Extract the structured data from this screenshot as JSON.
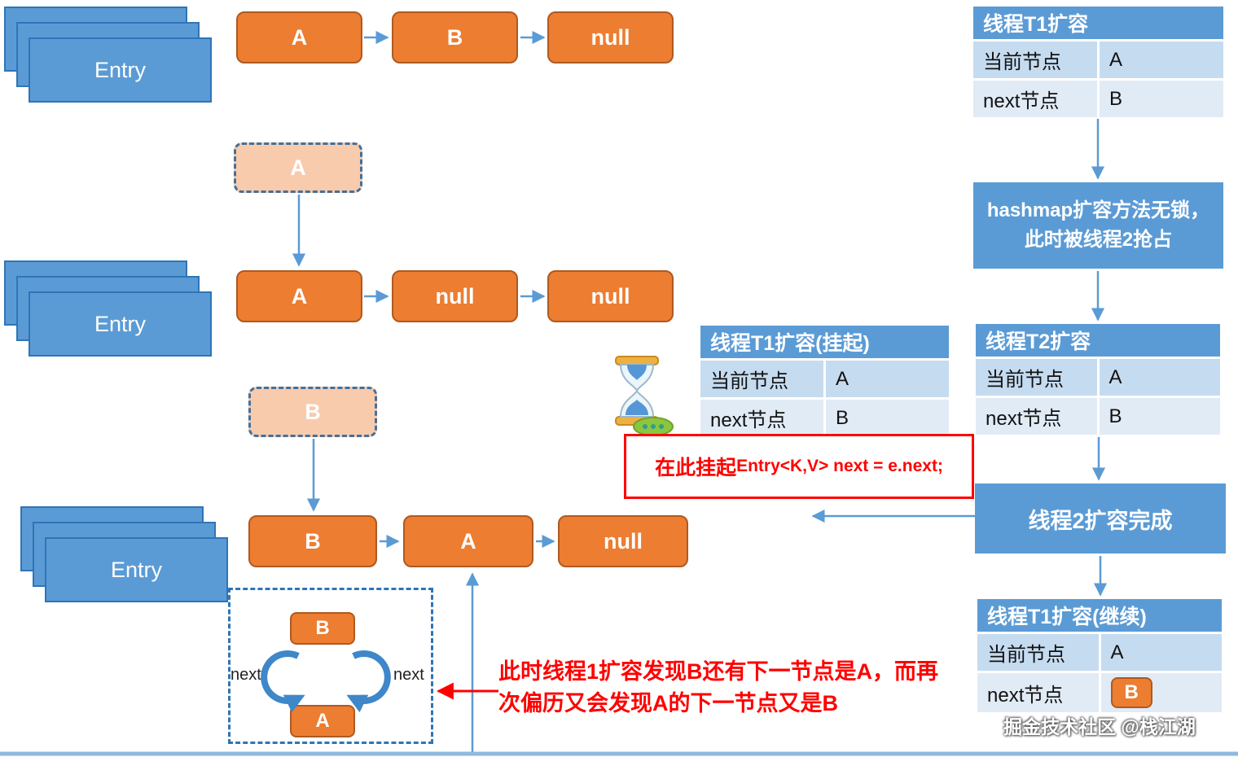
{
  "entry_label": "Entry",
  "list_rows": {
    "row1": {
      "n1": "A",
      "n2": "B",
      "n3": "null"
    },
    "row2": {
      "n1": "A",
      "n2": "null",
      "n3": "null"
    },
    "row3": {
      "n1": "B",
      "n2": "A",
      "n3": "null"
    }
  },
  "dashed": {
    "a": "A",
    "b": "B"
  },
  "cycle": {
    "top": "B",
    "bottom": "A",
    "left": "next",
    "right": "next"
  },
  "tables": {
    "t1": {
      "title": "线程T1扩容",
      "r1l": "当前节点",
      "r1v": "A",
      "r2l": "next节点",
      "r2v": "B"
    },
    "t1s": {
      "title": "线程T1扩容(挂起)",
      "r1l": "当前节点",
      "r1v": "A",
      "r2l": "next节点",
      "r2v": "B"
    },
    "t2": {
      "title": "线程T2扩容",
      "r1l": "当前节点",
      "r1v": "A",
      "r2l": "next节点",
      "r2v": "B"
    },
    "t1c": {
      "title": "线程T1扩容(继续)",
      "r1l": "当前节点",
      "r1v": "A",
      "r2l": "next节点",
      "r2v": "B"
    }
  },
  "boxes": {
    "preempt_line1": "hashmap扩容方法无锁，",
    "preempt_line2": "此时被线程2抢占",
    "t2_done": "线程2扩容完成"
  },
  "notes": {
    "suspend_cn": "在此挂起",
    "suspend_code": "Entry<K,V> next = e.next;",
    "loop_line1": "此时线程1扩容发现B还有下一节点是A，而再",
    "loop_line2": "次偏历又会发现A的下一节点又是B"
  },
  "watermark": "掘金技术社区 @栈江湖",
  "colors": {
    "accent_blue": "#5B9BD5",
    "node_orange": "#ED7D31",
    "highlight_red": "#FF0000",
    "pale_orange": "#F8CBAD"
  }
}
